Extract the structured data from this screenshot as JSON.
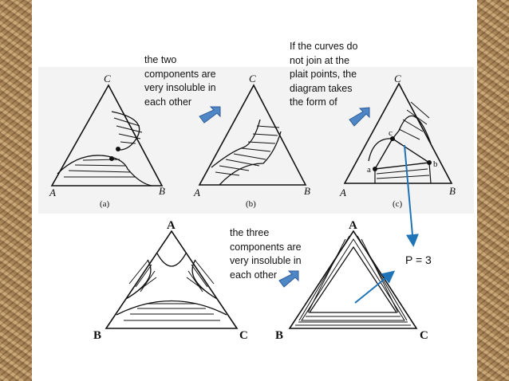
{
  "captions": {
    "insoluble_two": "the two\ncomponents are\nvery insoluble in\neach other",
    "curves_not_join": "If  the curves do\nnot join at the\nplait points, the\ndiagram takes\nthe form of",
    "insoluble_three": "the three\ncomponents are\nvery insoluble in\neach other"
  },
  "phase_note": "P = 3",
  "diagrams_top": {
    "a": {
      "apex": "C",
      "left": "A",
      "right": "B",
      "caption": "(a)"
    },
    "b": {
      "apex": "C",
      "left": "A",
      "right": "B",
      "caption": "(b)"
    },
    "c": {
      "apex": "C",
      "left": "A",
      "right": "B",
      "caption": "(c)",
      "point_a": "a",
      "point_b": "b",
      "point_c": "c"
    }
  },
  "diagrams_bottom": {
    "left": {
      "apex": "A",
      "left": "B",
      "right": "C"
    },
    "right": {
      "apex": "A",
      "left": "B",
      "right": "C"
    }
  },
  "colors": {
    "arrow_blue": "#1f73b7",
    "pointer_blue": "#4f86c6",
    "border_texture": "#b58e5f"
  }
}
